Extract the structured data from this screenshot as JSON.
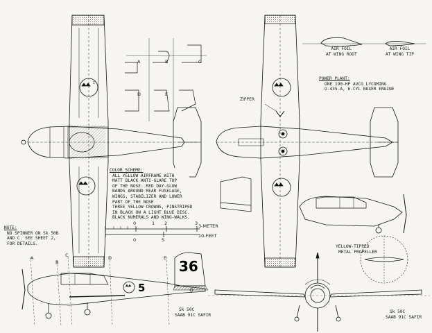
{
  "airfoil": {
    "root": "AIR FOIL\nAT WING ROOT",
    "tip": "AIR FOIL\nAT WING TIP"
  },
  "power_plant": {
    "heading": "POWER PLANT:",
    "lines": [
      "ONE 190-HP AVCO LYCOMING",
      "O-435-A, 6-CYL BOXER ENGINE"
    ]
  },
  "callouts": {
    "zipper": "ZIPPER"
  },
  "color_scheme": {
    "heading": "COLOR SCHEME:",
    "lines": [
      "ALL YELLOW AIRFRAME WITH",
      "MATT BLACK ANTI-GLARE TOP",
      "OF THE NOSE. RED DAY-GLOW",
      "BANDS AROUND REAR FUSELAGE,",
      "WINGS, STABILIZER AND LOWER",
      "PART OF THE NOSE",
      "THREE YELLOW CROWNS, PINSTRIPED",
      "IN BLACK ON A LIGHT BLUE DISC.",
      "BLACK NUMERALS AND WING-WALKS."
    ]
  },
  "note": {
    "heading": "NOTE:",
    "lines": [
      "NO SPINNER ON Sk 50B",
      "AND C. SEE SHEET 2,",
      "FOR DETAILS."
    ]
  },
  "scale": {
    "meter_ticks": [
      "0",
      "1",
      "2",
      "3"
    ],
    "feet_ticks": [
      "0",
      "5"
    ],
    "meter_label": "3-METER",
    "feet_label": "10-FEET"
  },
  "section_codes": [
    "A",
    "B",
    "C",
    "D",
    "E"
  ],
  "profile_codes": [
    "A",
    "B",
    "C",
    "D",
    "E"
  ],
  "propeller_note": [
    "YELLOW-TIPPED",
    "METAL PROPELLER"
  ],
  "markings": {
    "tail_number": "36",
    "fuselage_number": "5"
  },
  "captions": {
    "side": {
      "line1": "Sk 50C",
      "line2": "SAAB 91C SAFIR"
    },
    "front": {
      "line1": "Sk 50C",
      "line2": "SAAB 91C SAFIR"
    }
  },
  "colors": {
    "ink": "#111111",
    "paper": "#f6f5f1",
    "rim": "#3a3a3a"
  }
}
